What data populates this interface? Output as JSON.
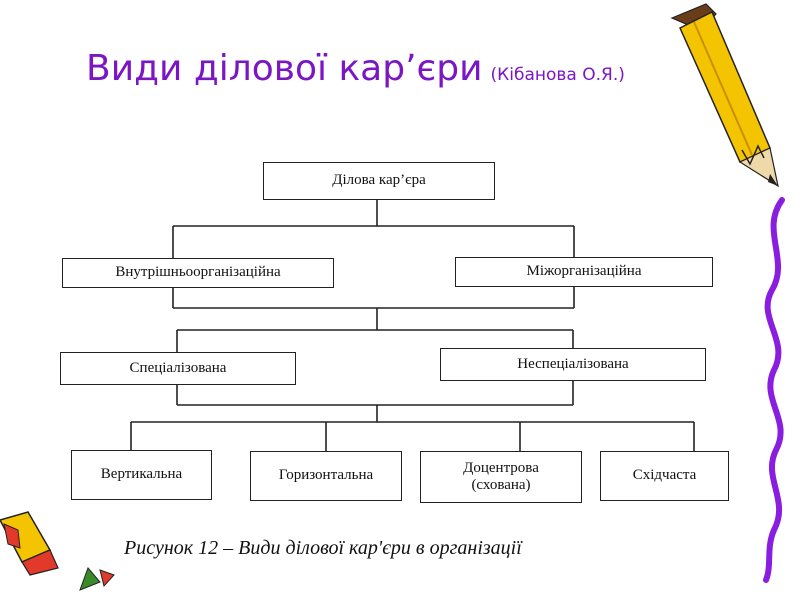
{
  "slide": {
    "title": "Види ділової кар’єри",
    "author": "(Кібанова О.Я.)"
  },
  "diagram": {
    "root": "Ділова кар’єра",
    "level1": [
      "Внутрішньоорганізаційна",
      "Міжорганізаційна"
    ],
    "level2": [
      "Спеціалізована",
      "Неспеціалізована"
    ],
    "level3": [
      "Вертикальна",
      "Горизонтальна",
      "Доцентрова\n(схована)",
      "Східчаста"
    ],
    "caption": "Рисунок 12 – Види ділової кар'єри в організації"
  },
  "decorations": {
    "top_right": "pencil-icon",
    "right_edge": "squiggle-line",
    "bottom_left": "pencil-icon"
  },
  "colors": {
    "title": "#7b16c4",
    "squiggle": "#8a1ee0",
    "pencil_body": "#f5c400",
    "pencil_tip": "#e23a2a"
  }
}
